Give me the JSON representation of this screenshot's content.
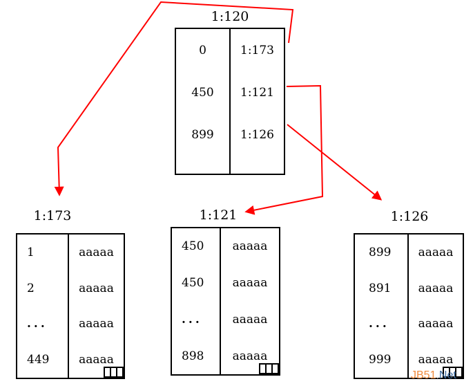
{
  "root": {
    "title": "1:120",
    "rows": [
      {
        "key": "0",
        "pointer": "1:173"
      },
      {
        "key": "450",
        "pointer": "1:121"
      },
      {
        "key": "899",
        "pointer": "1:126"
      }
    ]
  },
  "leaves": [
    {
      "title": "1:173",
      "rows": [
        {
          "key": "1",
          "value": "aaaaa"
        },
        {
          "key": "2",
          "value": "aaaaa"
        },
        {
          "key": "...",
          "value": "aaaaa"
        },
        {
          "key": "449",
          "value": "aaaaa"
        }
      ]
    },
    {
      "title": "1:121",
      "rows": [
        {
          "key": "450",
          "value": "aaaaa"
        },
        {
          "key": "450",
          "value": "aaaaa"
        },
        {
          "key": "...",
          "value": "aaaaa"
        },
        {
          "key": "898",
          "value": "aaaaa"
        }
      ]
    },
    {
      "title": "1:126",
      "rows": [
        {
          "key": "899",
          "value": "aaaaa"
        },
        {
          "key": "891",
          "value": "aaaaa"
        },
        {
          "key": "...",
          "value": "aaaaa"
        },
        {
          "key": "999",
          "value": "aaaaa"
        }
      ]
    }
  ],
  "links": [
    {
      "from_pointer": "1:173",
      "to_table": "1:173"
    },
    {
      "from_pointer": "1:121",
      "to_table": "1:121"
    },
    {
      "from_pointer": "1:126",
      "to_table": "1:126"
    }
  ],
  "colors": {
    "arrow": "#ff0000",
    "border": "#000000",
    "watermark_orange": "#ef8a3c",
    "watermark_dot": "#cfcfcf",
    "watermark_blue": "#3a689b"
  },
  "watermark": {
    "site": "JB51",
    "dot": ".",
    "tld": "Net"
  }
}
